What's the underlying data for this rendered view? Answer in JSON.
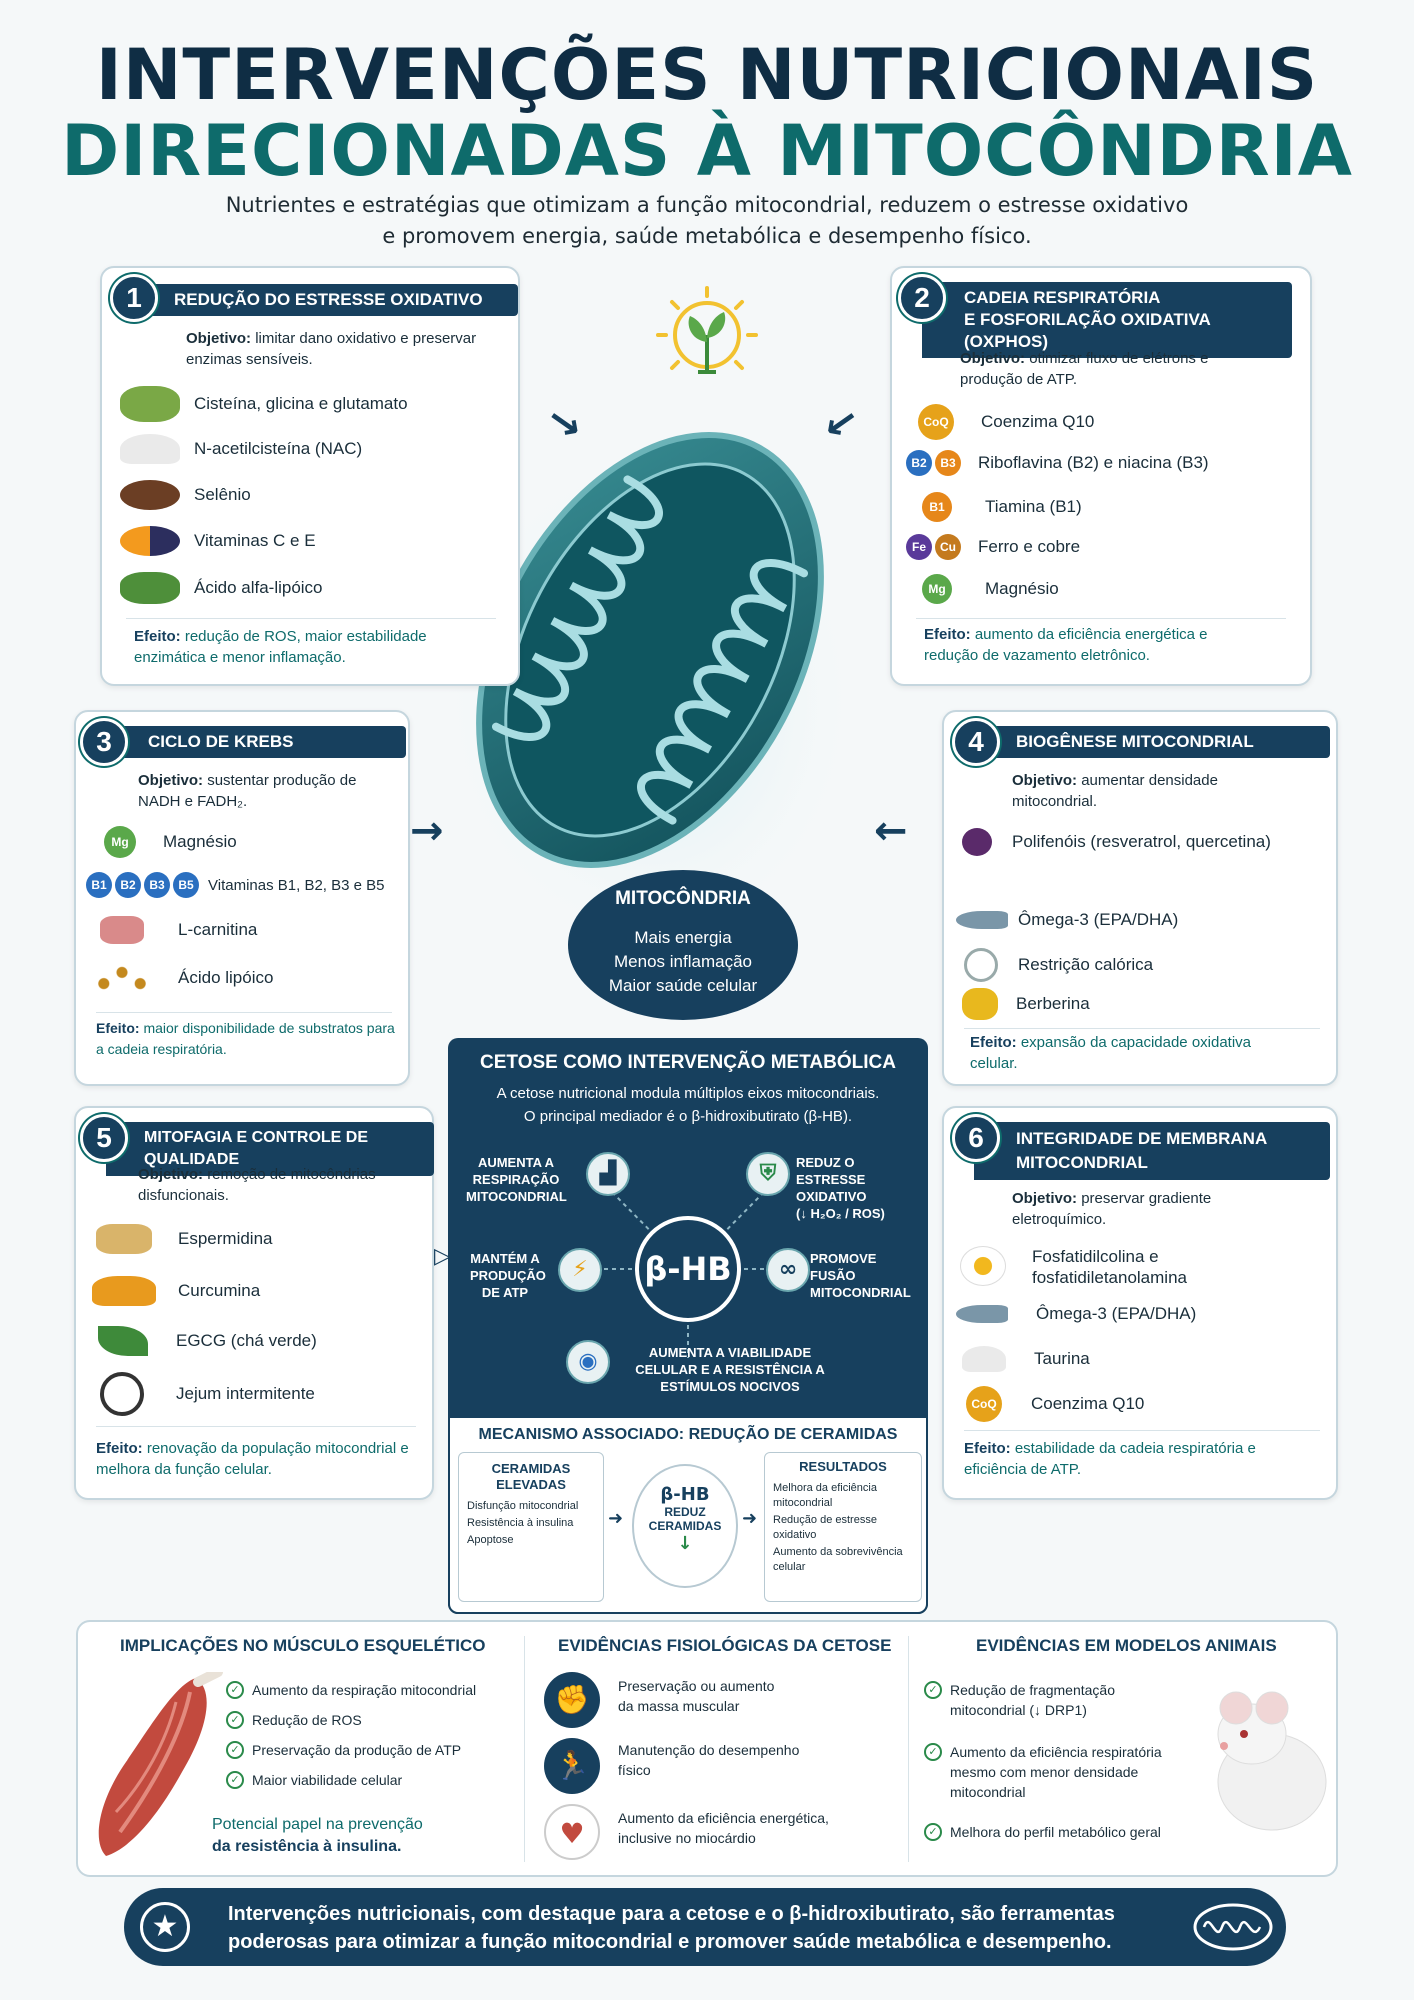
{
  "header": {
    "title_line1": "INTERVENÇÕES NUTRICIONAIS",
    "title_line2": "DIRECIONADAS À MITOCÔNDRIA",
    "subtitle_line1": "Nutrientes e estratégias que otimizam a função mitocondrial, reduzem o estresse oxidativo",
    "subtitle_line2": "e promovem energia, saúde metabólica e desempenho físico."
  },
  "cards": {
    "c1": {
      "number": "1",
      "title": "REDUÇÃO DO ESTRESSE OXIDATIVO",
      "objective_label": "Objetivo:",
      "objective": "limitar dano oxidativo e preservar enzimas sensíveis.",
      "items": [
        "Cisteína, glicina e glutamato",
        "N-acetilcisteína (NAC)",
        "Selênio",
        "Vitaminas C e E",
        "Ácido alfa-lipóico"
      ],
      "effect_label": "Efeito:",
      "effect": "redução de ROS, maior estabilidade enzimática e menor inflamação."
    },
    "c2": {
      "number": "2",
      "title_line1": "CADEIA RESPIRATÓRIA",
      "title_line2": "E FOSFORILAÇÃO OXIDATIVA (OXPHOS)",
      "objective_label": "Objetivo:",
      "objective": "otimizar fluxo de elétrons e produção de ATP.",
      "items": [
        "Coenzima Q10",
        "Riboflavina (B2) e niacina (B3)",
        "Tiamina (B1)",
        "Ferro e cobre",
        "Magnésio"
      ],
      "badges": [
        "CoQ",
        "B2",
        "B3",
        "B1",
        "Fe",
        "Cu",
        "Mg"
      ],
      "effect_label": "Efeito:",
      "effect": "aumento da eficiência energética e redução de vazamento eletrônico."
    },
    "c3": {
      "number": "3",
      "title": "CICLO DE KREBS",
      "objective_label": "Objetivo:",
      "objective": "sustentar produção de NADH e FADH₂.",
      "items": [
        "Magnésio",
        "Vitaminas B1, B2, B3 e B5",
        "L-carnitina",
        "Ácido lipóico"
      ],
      "badges": [
        "Mg",
        "B1",
        "B2",
        "B3",
        "B5"
      ],
      "effect_label": "Efeito:",
      "effect": "maior disponibilidade de substratos para a cadeia respiratória."
    },
    "c4": {
      "number": "4",
      "title": "BIOGÊNESE MITOCONDRIAL",
      "objective_label": "Objetivo:",
      "objective": "aumentar densidade mitocondrial.",
      "items": [
        "Polifenóis (resveratrol, quercetina)",
        "Ômega-3 (EPA/DHA)",
        "Restrição calórica",
        "Berberina"
      ],
      "effect_label": "Efeito:",
      "effect": "expansão da capacidade oxidativa celular."
    },
    "c5": {
      "number": "5",
      "title": "MITOFAGIA E CONTROLE DE QUALIDADE",
      "objective_label": "Objetivo:",
      "objective": "remoção de mitocôndrias disfuncionais.",
      "items": [
        "Espermidina",
        "Curcumina",
        "EGCG (chá verde)",
        "Jejum intermitente"
      ],
      "effect_label": "Efeito:",
      "effect": "renovação da população mitocondrial e melhora da função celular."
    },
    "c6": {
      "number": "6",
      "title_line1": "INTEGRIDADE DE MEMBRANA",
      "title_line2": "MITOCONDRIAL",
      "objective_label": "Objetivo:",
      "objective": "preservar gradiente eletroquímico.",
      "items": [
        "Fosfatidilcolina e",
        "fosfatidiletanolamina",
        "Ômega-3 (EPA/DHA)",
        "Taurina",
        "Coenzima Q10"
      ],
      "badges": [
        "CoQ"
      ],
      "effect_label": "Efeito:",
      "effect": "estabilidade da cadeia respiratória e eficiência de ATP."
    }
  },
  "mito": {
    "label": "MITOCÔNDRIA",
    "line1": "Mais energia",
    "line2": "Menos inflamação",
    "line3": "Maior saúde celular"
  },
  "keto": {
    "title": "CETOSE COMO INTERVENÇÃO METABÓLICA",
    "sub_line1": "A cetose nutricional modula múltiplos eixos mitocondriais.",
    "sub_line2": "O principal mediador é o β-hidroxibutirato (β-HB).",
    "center": "β-HB",
    "effects": {
      "resp": "AUMENTA A RESPIRAÇÃO MITOCONDRIAL",
      "ros": "REDUZ O ESTRESSE OXIDATIVO",
      "ros2": "(↓ H₂O₂ / ROS)",
      "atp": "MANTÉM A PRODUÇÃO DE ATP",
      "fusion": "PROMOVE FUSÃO MITOCONDRIAL",
      "viab": "AUMENTA A VIABILIDADE CELULAR E A RESISTÊNCIA A ESTÍMULOS NOCIVOS"
    },
    "mechanism": {
      "title": "MECANISMO ASSOCIADO: REDUÇÃO DE CERAMIDAS",
      "left_title": "CERAMIDAS ELEVADAS",
      "left_items": [
        "Disfunção mitocondrial",
        "Resistência à insulina",
        "Apoptose"
      ],
      "mid_line1": "β-HB",
      "mid_line2": "REDUZ",
      "mid_line3": "CERAMIDAS",
      "right_title": "RESULTADOS",
      "right_items": [
        "Melhora da eficiência mitocondrial",
        "Redução de estresse oxidativo",
        "Aumento da sobrevivência celular"
      ]
    }
  },
  "bottom": {
    "muscle": {
      "title": "IMPLICAÇÕES NO MÚSCULO ESQUELÉTICO",
      "items": [
        "Aumento da respiração mitocondrial",
        "Redução de ROS",
        "Preservação da produção de ATP",
        "Maior viabilidade celular"
      ],
      "note_line1": "Potencial papel na prevenção",
      "note_line2": "da resistência à insulina."
    },
    "physio": {
      "title": "EVIDÊNCIAS FISIOLÓGICAS DA CETOSE",
      "items": [
        {
          "l1": "Preservação ou aumento",
          "l2": "da massa muscular"
        },
        {
          "l1": "Manutenção do desempenho",
          "l2": "físico"
        },
        {
          "l1": "Aumento da eficiência energética,",
          "l2": "inclusive no miocárdio"
        }
      ]
    },
    "animal": {
      "title": "EVIDÊNCIAS EM MODELOS ANIMAIS",
      "items": [
        {
          "l1": "Redução de fragmentação",
          "l2": "mitocondrial (↓ DRP1)",
          "l3": ""
        },
        {
          "l1": "Aumento da eficiência respiratória",
          "l2": "mesmo com menor densidade",
          "l3": "mitocondrial"
        },
        {
          "l1": "Melhora do perfil metabólico geral",
          "l2": "",
          "l3": ""
        }
      ]
    }
  },
  "footer": {
    "line1": "Intervenções nutricionais, com destaque para a cetose e o β-hidroxibutirato, são ferramentas",
    "line2": "poderosas para otimizar a função mitocondrial e promover saúde metabólica e desempenho."
  },
  "colors": {
    "navy": "#17405e",
    "teal": "#0e6b6b",
    "green": "#2a8a4a"
  }
}
